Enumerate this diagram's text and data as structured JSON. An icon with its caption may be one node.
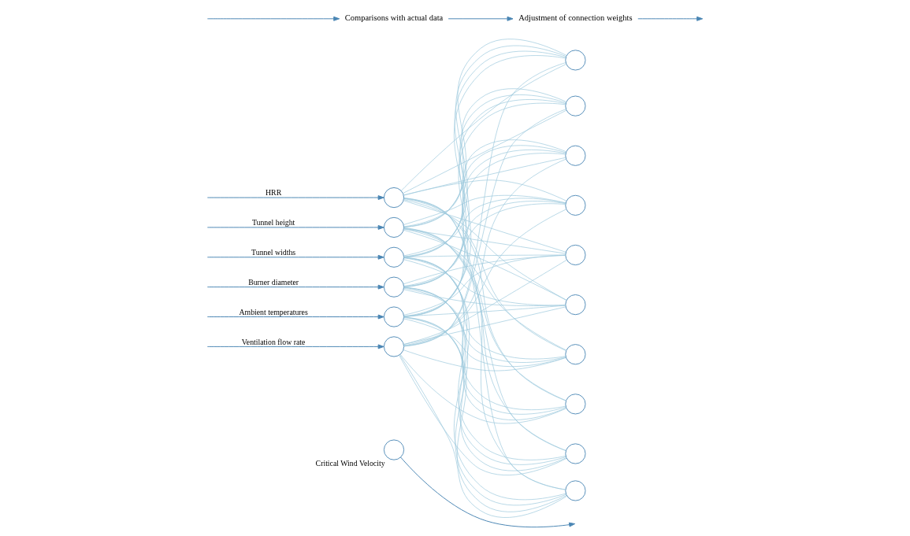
{
  "diagram": {
    "nodes": [
      {
        "text": [],
        "shape": "circle"
      },
      {
        "text": [],
        "shape": "circle"
      },
      {
        "text": [],
        "shape": "circle"
      },
      {
        "text": [],
        "shape": "circle"
      },
      {
        "text": [],
        "shape": "circle"
      },
      {
        "text": [],
        "shape": "circle"
      },
      {
        "text": [],
        "shape": "circle"
      },
      {
        "text": [],
        "shape": "circle"
      },
      {
        "text": [],
        "shape": "circle"
      },
      {
        "text": [],
        "shape": "circle"
      },
      {
        "text": [],
        "shape": "circle"
      },
      {
        "text": [],
        "shape": "circle"
      },
      {
        "text": [],
        "shape": "circle"
      },
      {
        "text": [],
        "shape": "circle"
      },
      {
        "text": [],
        "shape": "circle"
      },
      {
        "text": [],
        "shape": "circle"
      },
      {
        "text": [],
        "shape": "circle",
        "beside": [
          "Critical Wind Velocity"
        ]
      },
      {
        "text": [
          "Comparisons with actual data"
        ]
      },
      {
        "text": [
          "Adjustment of connection weights"
        ]
      }
    ],
    "edges": [
      {
        "from": null,
        "to": 0,
        "arrow": "to",
        "label": "HRR",
        "color": "#4a86b4"
      },
      {
        "from": null,
        "to": 1,
        "arrow": "to",
        "label": "Tunnel height",
        "color": "#4a86b4"
      },
      {
        "from": null,
        "to": 2,
        "arrow": "to",
        "label": "Tunnel widths",
        "color": "#4a86b4"
      },
      {
        "from": null,
        "to": 3,
        "arrow": "to",
        "label": "Burner diameter",
        "color": "#4a86b4"
      },
      {
        "from": null,
        "to": 4,
        "arrow": "to",
        "label": "Ambient temperatures",
        "color": "#4a86b4"
      },
      {
        "from": null,
        "to": 5,
        "arrow": "to",
        "label": "Ventilation flow rate",
        "color": "#4a86b4"
      },
      {
        "from": 0,
        "to": 6,
        "arrow": "none"
      },
      {
        "from": 0,
        "to": 7,
        "arrow": "none"
      },
      {
        "from": 0,
        "to": 8,
        "arrow": "none"
      },
      {
        "from": 0,
        "to": 9,
        "arrow": "none"
      },
      {
        "from": 0,
        "to": 10,
        "arrow": "none"
      },
      {
        "from": 0,
        "to": 11,
        "arrow": "none"
      },
      {
        "from": 0,
        "to": 12,
        "arrow": "none"
      },
      {
        "from": 0,
        "to": 13,
        "arrow": "none"
      },
      {
        "from": 0,
        "to": 14,
        "arrow": "none"
      },
      {
        "from": 0,
        "to": 15,
        "arrow": "none"
      },
      {
        "from": 1,
        "to": 6,
        "arrow": "none"
      },
      {
        "from": 1,
        "to": 7,
        "arrow": "none"
      },
      {
        "from": 1,
        "to": 8,
        "arrow": "none"
      },
      {
        "from": 1,
        "to": 9,
        "arrow": "none"
      },
      {
        "from": 1,
        "to": 10,
        "arrow": "none"
      },
      {
        "from": 1,
        "to": 11,
        "arrow": "none"
      },
      {
        "from": 1,
        "to": 12,
        "arrow": "none"
      },
      {
        "from": 1,
        "to": 13,
        "arrow": "none"
      },
      {
        "from": 1,
        "to": 14,
        "arrow": "none"
      },
      {
        "from": 1,
        "to": 15,
        "arrow": "none"
      },
      {
        "from": 2,
        "to": 6,
        "arrow": "none"
      },
      {
        "from": 2,
        "to": 7,
        "arrow": "none"
      },
      {
        "from": 2,
        "to": 8,
        "arrow": "none"
      },
      {
        "from": 2,
        "to": 9,
        "arrow": "none"
      },
      {
        "from": 2,
        "to": 10,
        "arrow": "none"
      },
      {
        "from": 2,
        "to": 11,
        "arrow": "none"
      },
      {
        "from": 2,
        "to": 12,
        "arrow": "none"
      },
      {
        "from": 2,
        "to": 13,
        "arrow": "none"
      },
      {
        "from": 2,
        "to": 14,
        "arrow": "none"
      },
      {
        "from": 2,
        "to": 15,
        "arrow": "none"
      },
      {
        "from": 3,
        "to": 6,
        "arrow": "none"
      },
      {
        "from": 3,
        "to": 7,
        "arrow": "none"
      },
      {
        "from": 3,
        "to": 8,
        "arrow": "none"
      },
      {
        "from": 3,
        "to": 9,
        "arrow": "none"
      },
      {
        "from": 3,
        "to": 10,
        "arrow": "none"
      },
      {
        "from": 3,
        "to": 11,
        "arrow": "none"
      },
      {
        "from": 3,
        "to": 12,
        "arrow": "none"
      },
      {
        "from": 3,
        "to": 13,
        "arrow": "none"
      },
      {
        "from": 3,
        "to": 14,
        "arrow": "none"
      },
      {
        "from": 3,
        "to": 15,
        "arrow": "none"
      },
      {
        "from": 4,
        "to": 6,
        "arrow": "none"
      },
      {
        "from": 4,
        "to": 7,
        "arrow": "none"
      },
      {
        "from": 4,
        "to": 8,
        "arrow": "none"
      },
      {
        "from": 4,
        "to": 9,
        "arrow": "none"
      },
      {
        "from": 4,
        "to": 10,
        "arrow": "none"
      },
      {
        "from": 4,
        "to": 11,
        "arrow": "none"
      },
      {
        "from": 4,
        "to": 12,
        "arrow": "none"
      },
      {
        "from": 4,
        "to": 13,
        "arrow": "none"
      },
      {
        "from": 4,
        "to": 14,
        "arrow": "none"
      },
      {
        "from": 4,
        "to": 15,
        "arrow": "none"
      },
      {
        "from": 5,
        "to": 6,
        "arrow": "none"
      },
      {
        "from": 5,
        "to": 7,
        "arrow": "none"
      },
      {
        "from": 5,
        "to": 8,
        "arrow": "none"
      },
      {
        "from": 5,
        "to": 9,
        "arrow": "none"
      },
      {
        "from": 5,
        "to": 10,
        "arrow": "none"
      },
      {
        "from": 5,
        "to": 11,
        "arrow": "none"
      },
      {
        "from": 5,
        "to": 12,
        "arrow": "none"
      },
      {
        "from": 5,
        "to": 13,
        "arrow": "none"
      },
      {
        "from": 5,
        "to": 14,
        "arrow": "none"
      },
      {
        "from": 5,
        "to": 15,
        "arrow": "none"
      },
      {
        "from": 16,
        "to": null,
        "arrow": "to",
        "color": "#4a86b4"
      },
      {
        "from": null,
        "to": 17,
        "arrow": "to",
        "color": "#4a86b4"
      },
      {
        "from": 17,
        "to": 18,
        "arrow": "to",
        "color": "#4a86b4"
      },
      {
        "from": 18,
        "to": null,
        "arrow": "to",
        "color": "#4a86b4"
      }
    ]
  }
}
